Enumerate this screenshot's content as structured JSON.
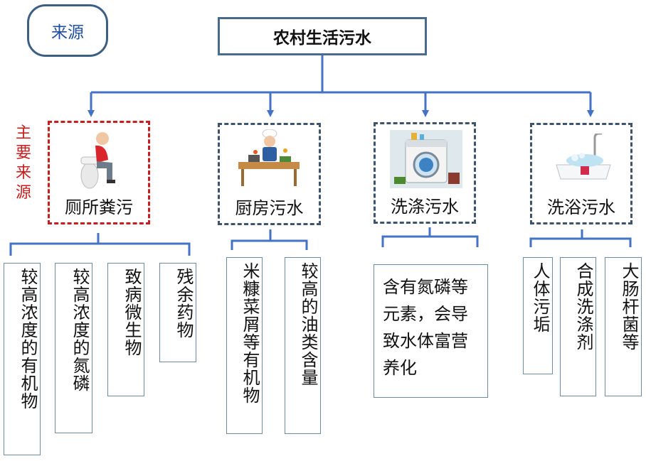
{
  "source_label": "来源",
  "root_label": "农村生活污水",
  "main_source_label": "主要来源",
  "categories": [
    {
      "label": "厕所粪污",
      "items": [
        "较高浓度的有机物",
        "较高浓度的氮磷",
        "致病微生物",
        "残余药物"
      ]
    },
    {
      "label": "厨房污水",
      "items": [
        "米糠菜屑等有机物",
        "较高的油类含量"
      ]
    },
    {
      "label": "洗涤污水",
      "items": [
        "含有氮磷等元素，会导致水体富营养化"
      ]
    },
    {
      "label": "洗浴污水",
      "items": [
        "人体污垢",
        "合成洗涤剂",
        "大肠杆菌等"
      ]
    }
  ],
  "colors": {
    "connector": "#4472c4",
    "main_border": "#c71f1f",
    "dash_border": "#3e546e"
  },
  "icons": [
    "toilet-user-icon",
    "chef-cooking-icon",
    "washing-machine-icon",
    "bathtub-icon"
  ]
}
